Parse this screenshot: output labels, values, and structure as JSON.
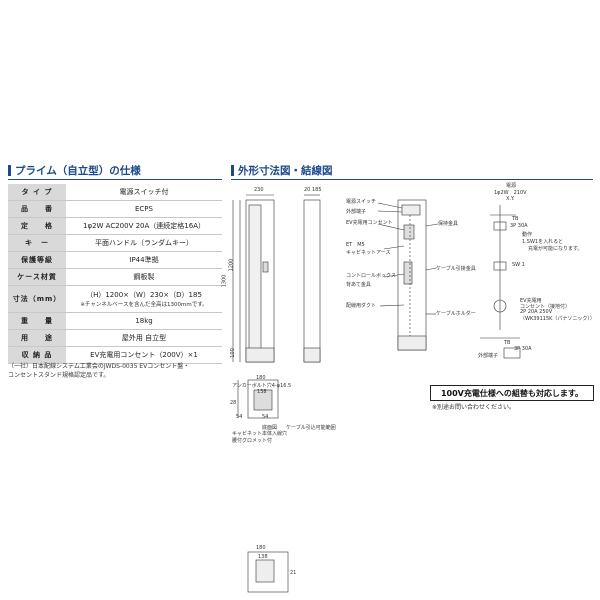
{
  "spec_section": {
    "title": "プライム（自立型）の仕様",
    "rows": [
      {
        "label": "タ イ プ",
        "value": "電源スイッチ付",
        "sub": ""
      },
      {
        "label": "品　　番",
        "value": "ECPS",
        "sub": ""
      },
      {
        "label": "定　　格",
        "value": "1φ2W AC200V 20A（連続定格16A）",
        "sub": ""
      },
      {
        "label": "キ　ー",
        "value": "平面ハンドル（ランダムキー）",
        "sub": ""
      },
      {
        "label": "保護等級",
        "value": "IP44準拠",
        "sub": ""
      },
      {
        "label": "ケース材質",
        "value": "鋼板製",
        "sub": ""
      },
      {
        "label": "寸法（mm）",
        "value": "（H）1200×（W）230×（D）185",
        "sub": "※チャンネルベースを含んだ全高は1300mmです。"
      },
      {
        "label": "重　　量",
        "value": "18kg",
        "sub": ""
      },
      {
        "label": "用　　途",
        "value": "屋外用 自立型",
        "sub": ""
      },
      {
        "label": "収 納 品",
        "value": "EV充電用コンセント（200V）×1",
        "sub": ""
      }
    ],
    "footnote_1": "（一社）日本配線システム工業会のJWDS-0035 EVコンセント盤・",
    "footnote_2": "コンセントスタンド規格認定品です。"
  },
  "drawing_section": {
    "title": "外形寸法図・結線図",
    "front_view": {
      "width": "230",
      "height": "1200",
      "total_height": "1300",
      "base": "100"
    },
    "side_view": {
      "depth": "185",
      "top": "20"
    },
    "labels": {
      "power_switch": "電源スイッチ",
      "external_terminal": "外部端子",
      "ev_outlet": "EV充電用コンセント",
      "protective_fitting": "保持金具",
      "et_m5": "ET　M5",
      "cabinet_earth": "キャビネットアース",
      "cable_hook": "ケーブル引掛金具",
      "control_box": "コントロールボックス",
      "back_fitting": "背あて金具",
      "wiring_duct": "配線用ダクト",
      "cable_holder": "ケーブルホルダー"
    },
    "wiring": {
      "header_1": "電源",
      "header_2": "1φ2W　210V",
      "header_3": "X.Y.",
      "tb": "TB",
      "breaker": "3P 30A",
      "action_1": "動作",
      "action_2": "1.SW1を入れると",
      "action_3": "充電が可能になります。",
      "sw1": "SW 1",
      "outlet_1": "EV充電用",
      "outlet_2": "コンセント（接地付）",
      "outlet_3": "2P 20A 250V",
      "outlet_4": "（WK39115K（パナソニック））",
      "ext_label": "外部端子",
      "tb2": "TB",
      "breaker2": "3P 30A"
    },
    "notice": "100V充電仕様への組替も対応します。",
    "notice_sub": "※別途お問い合わせください。",
    "bottom": {
      "anchor": "アンカーボルト穴4-φ16.5",
      "dims": [
        "180",
        "138",
        "28",
        "54",
        "54",
        "180",
        "138",
        "21"
      ],
      "base_label": "底面図",
      "cable_entry": "ケーブル引込可能範囲",
      "grommet_1": "キャビネット本体入線穴",
      "grommet_2": "腰付グロメット付"
    }
  }
}
